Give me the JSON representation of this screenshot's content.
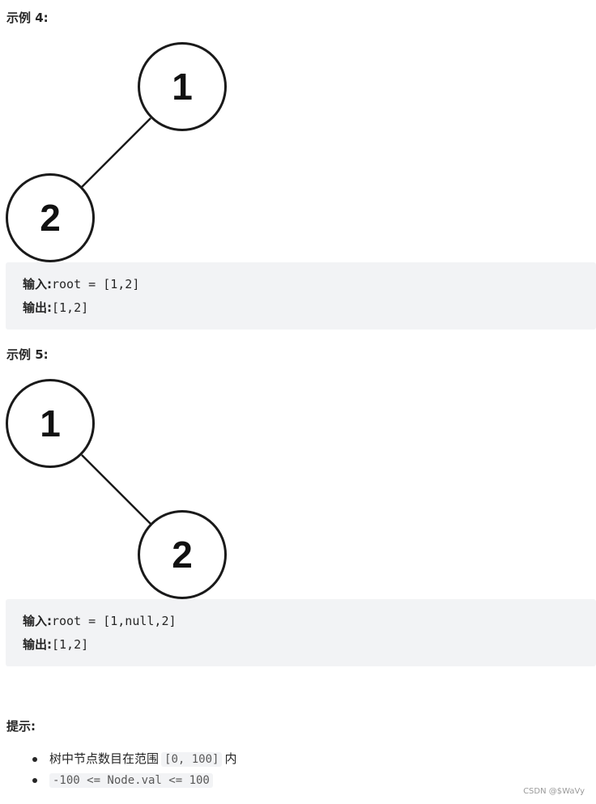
{
  "example4": {
    "heading": "示例 4:",
    "tree": {
      "root_value": "1",
      "left_child_value": "2"
    },
    "input_label": "输入:",
    "input_value": "root = [1,2]",
    "output_label": "输出:",
    "output_value": "[1,2]"
  },
  "example5": {
    "heading": "示例 5:",
    "tree": {
      "root_value": "1",
      "right_child_value": "2"
    },
    "input_label": "输入:",
    "input_value": "root = [1,null,2]",
    "output_label": "输出:",
    "output_value": "[1,2]"
  },
  "hints": {
    "heading": "提示:",
    "item1_prefix": "树中节点数目在范围",
    "item1_code": "[0, 100]",
    "item1_suffix": "内",
    "item2_code": "-100 <= Node.val <= 100"
  },
  "watermark": "CSDN @$WaVy"
}
